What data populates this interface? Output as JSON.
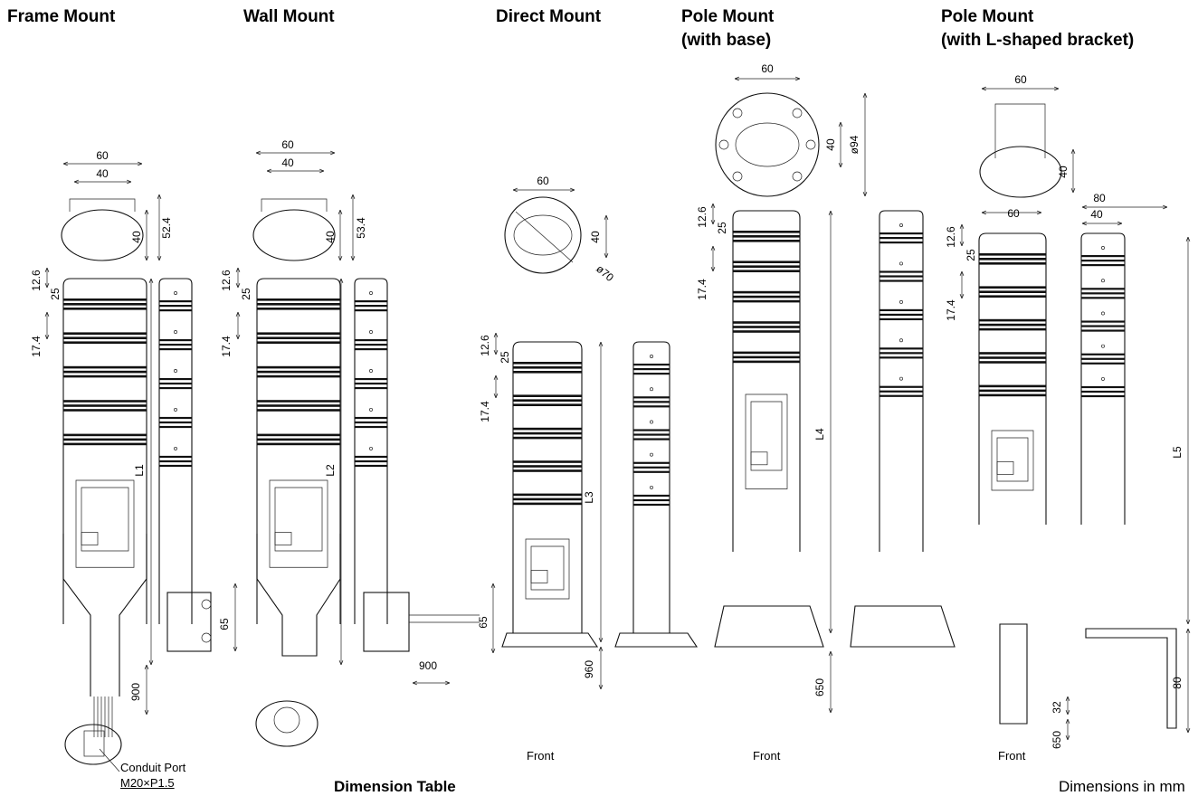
{
  "headings": {
    "frame_mount": "Frame Mount",
    "wall_mount": "Wall Mount",
    "direct_mount": "Direct Mount",
    "pole_base_line1": "Pole Mount",
    "pole_base_line2": "(with base)",
    "pole_l_line1": "Pole Mount",
    "pole_l_line2": "(with L-shaped bracket)"
  },
  "dimensions": {
    "w60": "60",
    "w40": "40",
    "d52_4": "52.4",
    "d53_4": "53.4",
    "d12_6": "12.6",
    "d25": "25",
    "d17_4": "17.4",
    "d65": "65",
    "d900": "900",
    "d960": "960",
    "d650": "650",
    "d94": "ø94",
    "d70": "ø70",
    "d80": "80",
    "d32": "32",
    "L1": "L1",
    "L2": "L2",
    "L3": "L3",
    "L4": "L4",
    "L5": "L5"
  },
  "labels": {
    "front": "Front",
    "conduit_port_line1": "Conduit Port",
    "conduit_port_line2": "M20×P1.5"
  },
  "footer": {
    "dimension_table": "Dimension Table",
    "units": "Dimensions in mm"
  }
}
